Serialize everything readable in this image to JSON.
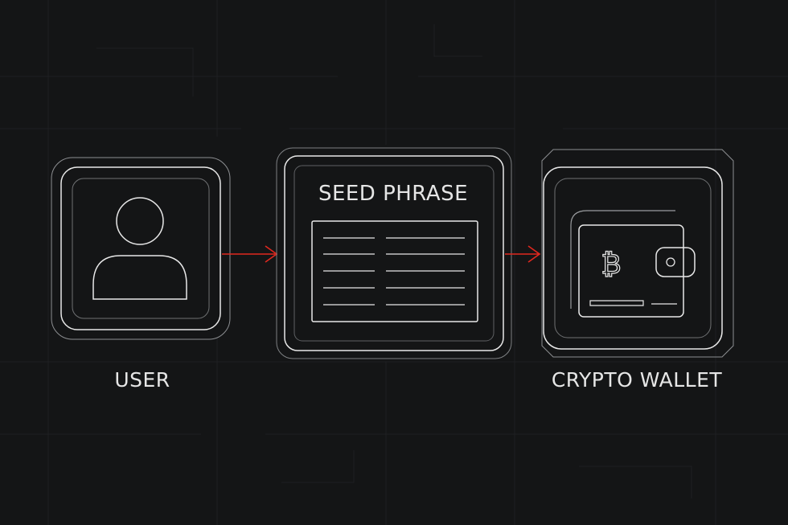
{
  "nodes": {
    "user": {
      "label": "USER"
    },
    "seed_phrase": {
      "title": "SEED PHRASE"
    },
    "wallet": {
      "label": "CRYPTO WALLET",
      "coin_symbol": "₿"
    }
  },
  "colors": {
    "background": "#141516",
    "stroke": "#e8e8e8",
    "arrow": "#e0281f",
    "grid": "#1c1e20"
  },
  "icons": {
    "user": "person-icon",
    "seed_phrase": "document-lines-icon",
    "wallet": "bitcoin-wallet-icon",
    "arrows": "arrow-right-icon"
  }
}
